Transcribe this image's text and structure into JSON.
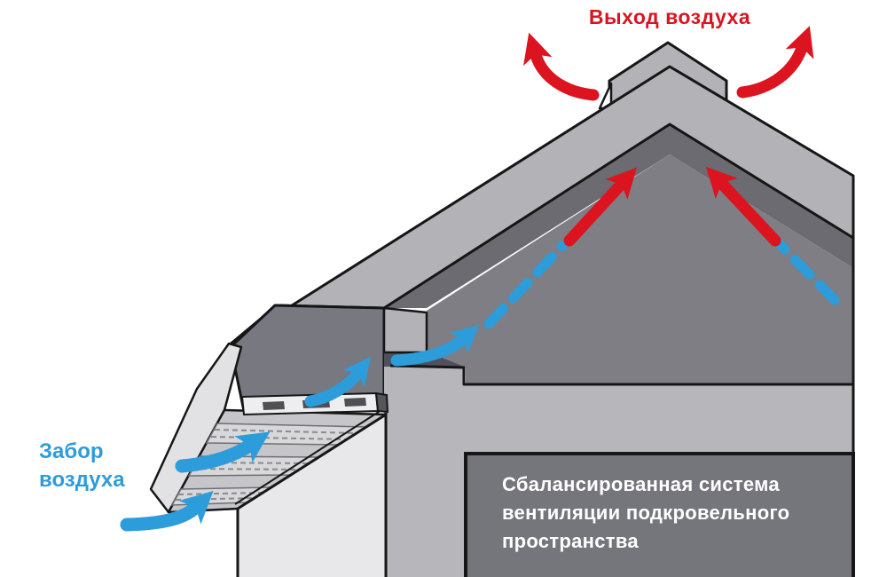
{
  "diagram": {
    "kind": "roof-ventilation-cutaway",
    "air_exit_label": "Выход воздуха",
    "air_intake": {
      "line1": "Забор",
      "line2": "воздуха"
    },
    "caption": {
      "line1": "Сбалансированная система",
      "line2": "вентиляции подкровельного",
      "line3": "пространства"
    },
    "colors": {
      "exit_red": "#dc141f",
      "intake_blue": "#2d9cdb",
      "roof_gray": "#b3b3b7",
      "attic_gray": "#7e7e84",
      "shadow_gray": "#6b6b71",
      "wall_light": "#e8e8eb",
      "wall_section_gray": "#b7b7bb",
      "caption_panel_gray": "#75757c",
      "caption_text": "#ffffff",
      "outline": "#161616",
      "background": "#ffffff"
    }
  }
}
